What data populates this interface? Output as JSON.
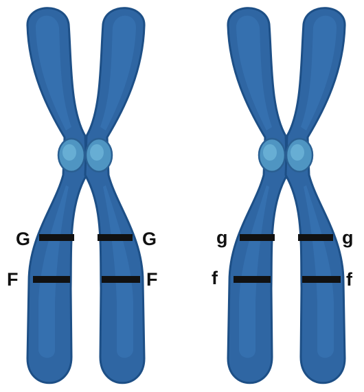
{
  "colors": {
    "chromatid_fill": "#2f66a3",
    "chromatid_outline": "#1d4f86",
    "centromere_fill": "#4f95c2",
    "band": "#111111",
    "label": "#111111"
  },
  "chromosomes": [
    {
      "left_labels": {
        "upper": "G",
        "lower": "F"
      },
      "right_labels": {
        "upper": "G",
        "lower": "F"
      }
    },
    {
      "left_labels": {
        "upper": "g",
        "lower": "f"
      },
      "right_labels": {
        "upper": "g",
        "lower": "f"
      }
    }
  ]
}
